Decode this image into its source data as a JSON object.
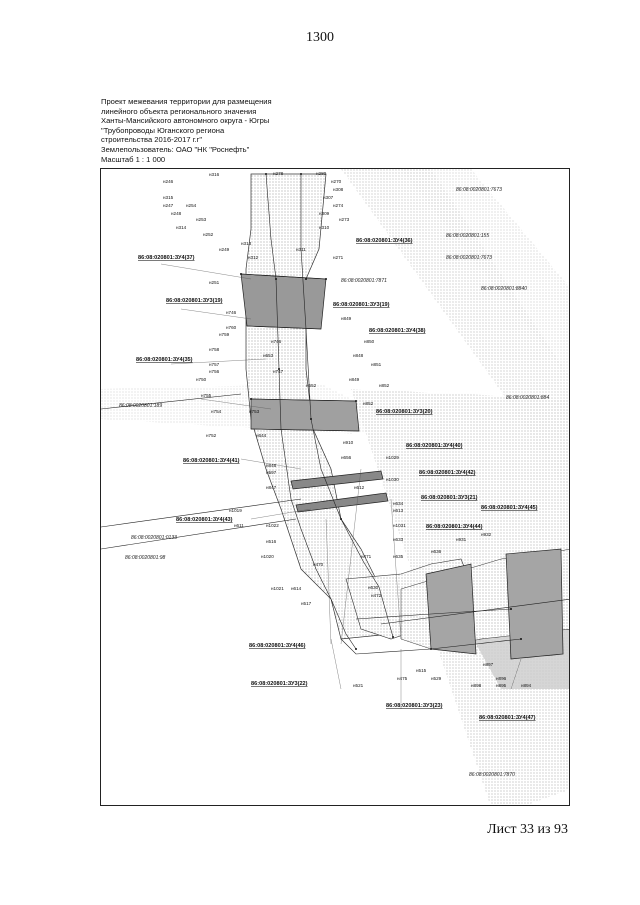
{
  "page": {
    "number": "1300",
    "sheet": "Лист 33 из 93"
  },
  "title_block": {
    "lines": [
      "Проект межевания территории для размещения",
      "линейного объекта регионального значения",
      "Ханты-Мансийского автономного округа - Югры",
      "\"Трубопроводы Юганского региона",
      "строительства 2016-2017 г.г\"",
      "Землепользователь: ОАО \"НК \"Роснефть\"",
      "Масштаб 1 : 1 000"
    ]
  },
  "map": {
    "cadastral_labels": [
      "86:08:0020801:7673",
      "86:08:0020801:155",
      "86:08:0020801:7673",
      "86:08:0020801:7871",
      "86:08:0020801:8840",
      "86:08:0020801:189",
      "86:08:0020801:884",
      "86:08:0020801:0133",
      "86:08:0020801:98",
      "86:08:0020801:7870"
    ],
    "parcel_labels": [
      "86:08:020801:ЗУ4(36)",
      "86:08:020801:ЗУ4(37)",
      "86:08:020801:ЗУ3(19)",
      "86:08:020801:ЗУ3(19)",
      "86:08:020801:ЗУ4(38)",
      "86:08:020801:ЗУ4(35)",
      "86:08:020801:ЗУ3(20)",
      "86:08:020801:ЗУ4(40)",
      "86:08:020801:ЗУ4(41)",
      "86:08:020801:ЗУ4(42)",
      "86:08:020801:ЗУ3(21)",
      "86:08:020801:ЗУ4(45)",
      "86:08:020801:ЗУ4(43)",
      "86:08:020801:ЗУ4(44)",
      "86:08:020801:ЗУ4(46)",
      "86:08:020801:ЗУ3(22)",
      "86:08:020801:ЗУ3(23)",
      "86:08:020801:ЗУ4(47)"
    ],
    "point_labels": [
      "н316",
      "н278",
      "н280",
      "н246",
      "н270",
      "н308",
      "н315",
      "н307",
      "н247",
      "н254",
      "н274",
      "н248",
      "н309",
      "н253",
      "н273",
      "н314",
      "н310",
      "н252",
      "н249",
      "н313",
      "н311",
      "н312",
      "н271",
      "н251",
      "н746",
      "н849",
      "н760",
      "н759",
      "н746",
      "н850",
      "н758",
      "н653",
      "н848",
      "н757",
      "н747",
      "н851",
      "н756",
      "н849",
      "н750",
      "н552",
      "н852",
      "н755",
      "н754",
      "н753",
      "н852",
      "н752",
      "н644",
      "н910",
      "н656",
      "н1029",
      "н846",
      "н597",
      "н1030",
      "н847",
      "н612",
      "н634",
      "н613",
      "н1019",
      "н1031",
      "н611",
      "н1022",
      "н633",
      "н931",
      "н932",
      "н516",
      "н1020",
      "н471",
      "н635",
      "н636",
      "н470",
      "н1021",
      "н614",
      "н630",
      "н517",
      "н472",
      "н897",
      "н515",
      "н529",
      "н898",
      "н475",
      "н896",
      "н895",
      "н894",
      "н521"
    ]
  }
}
